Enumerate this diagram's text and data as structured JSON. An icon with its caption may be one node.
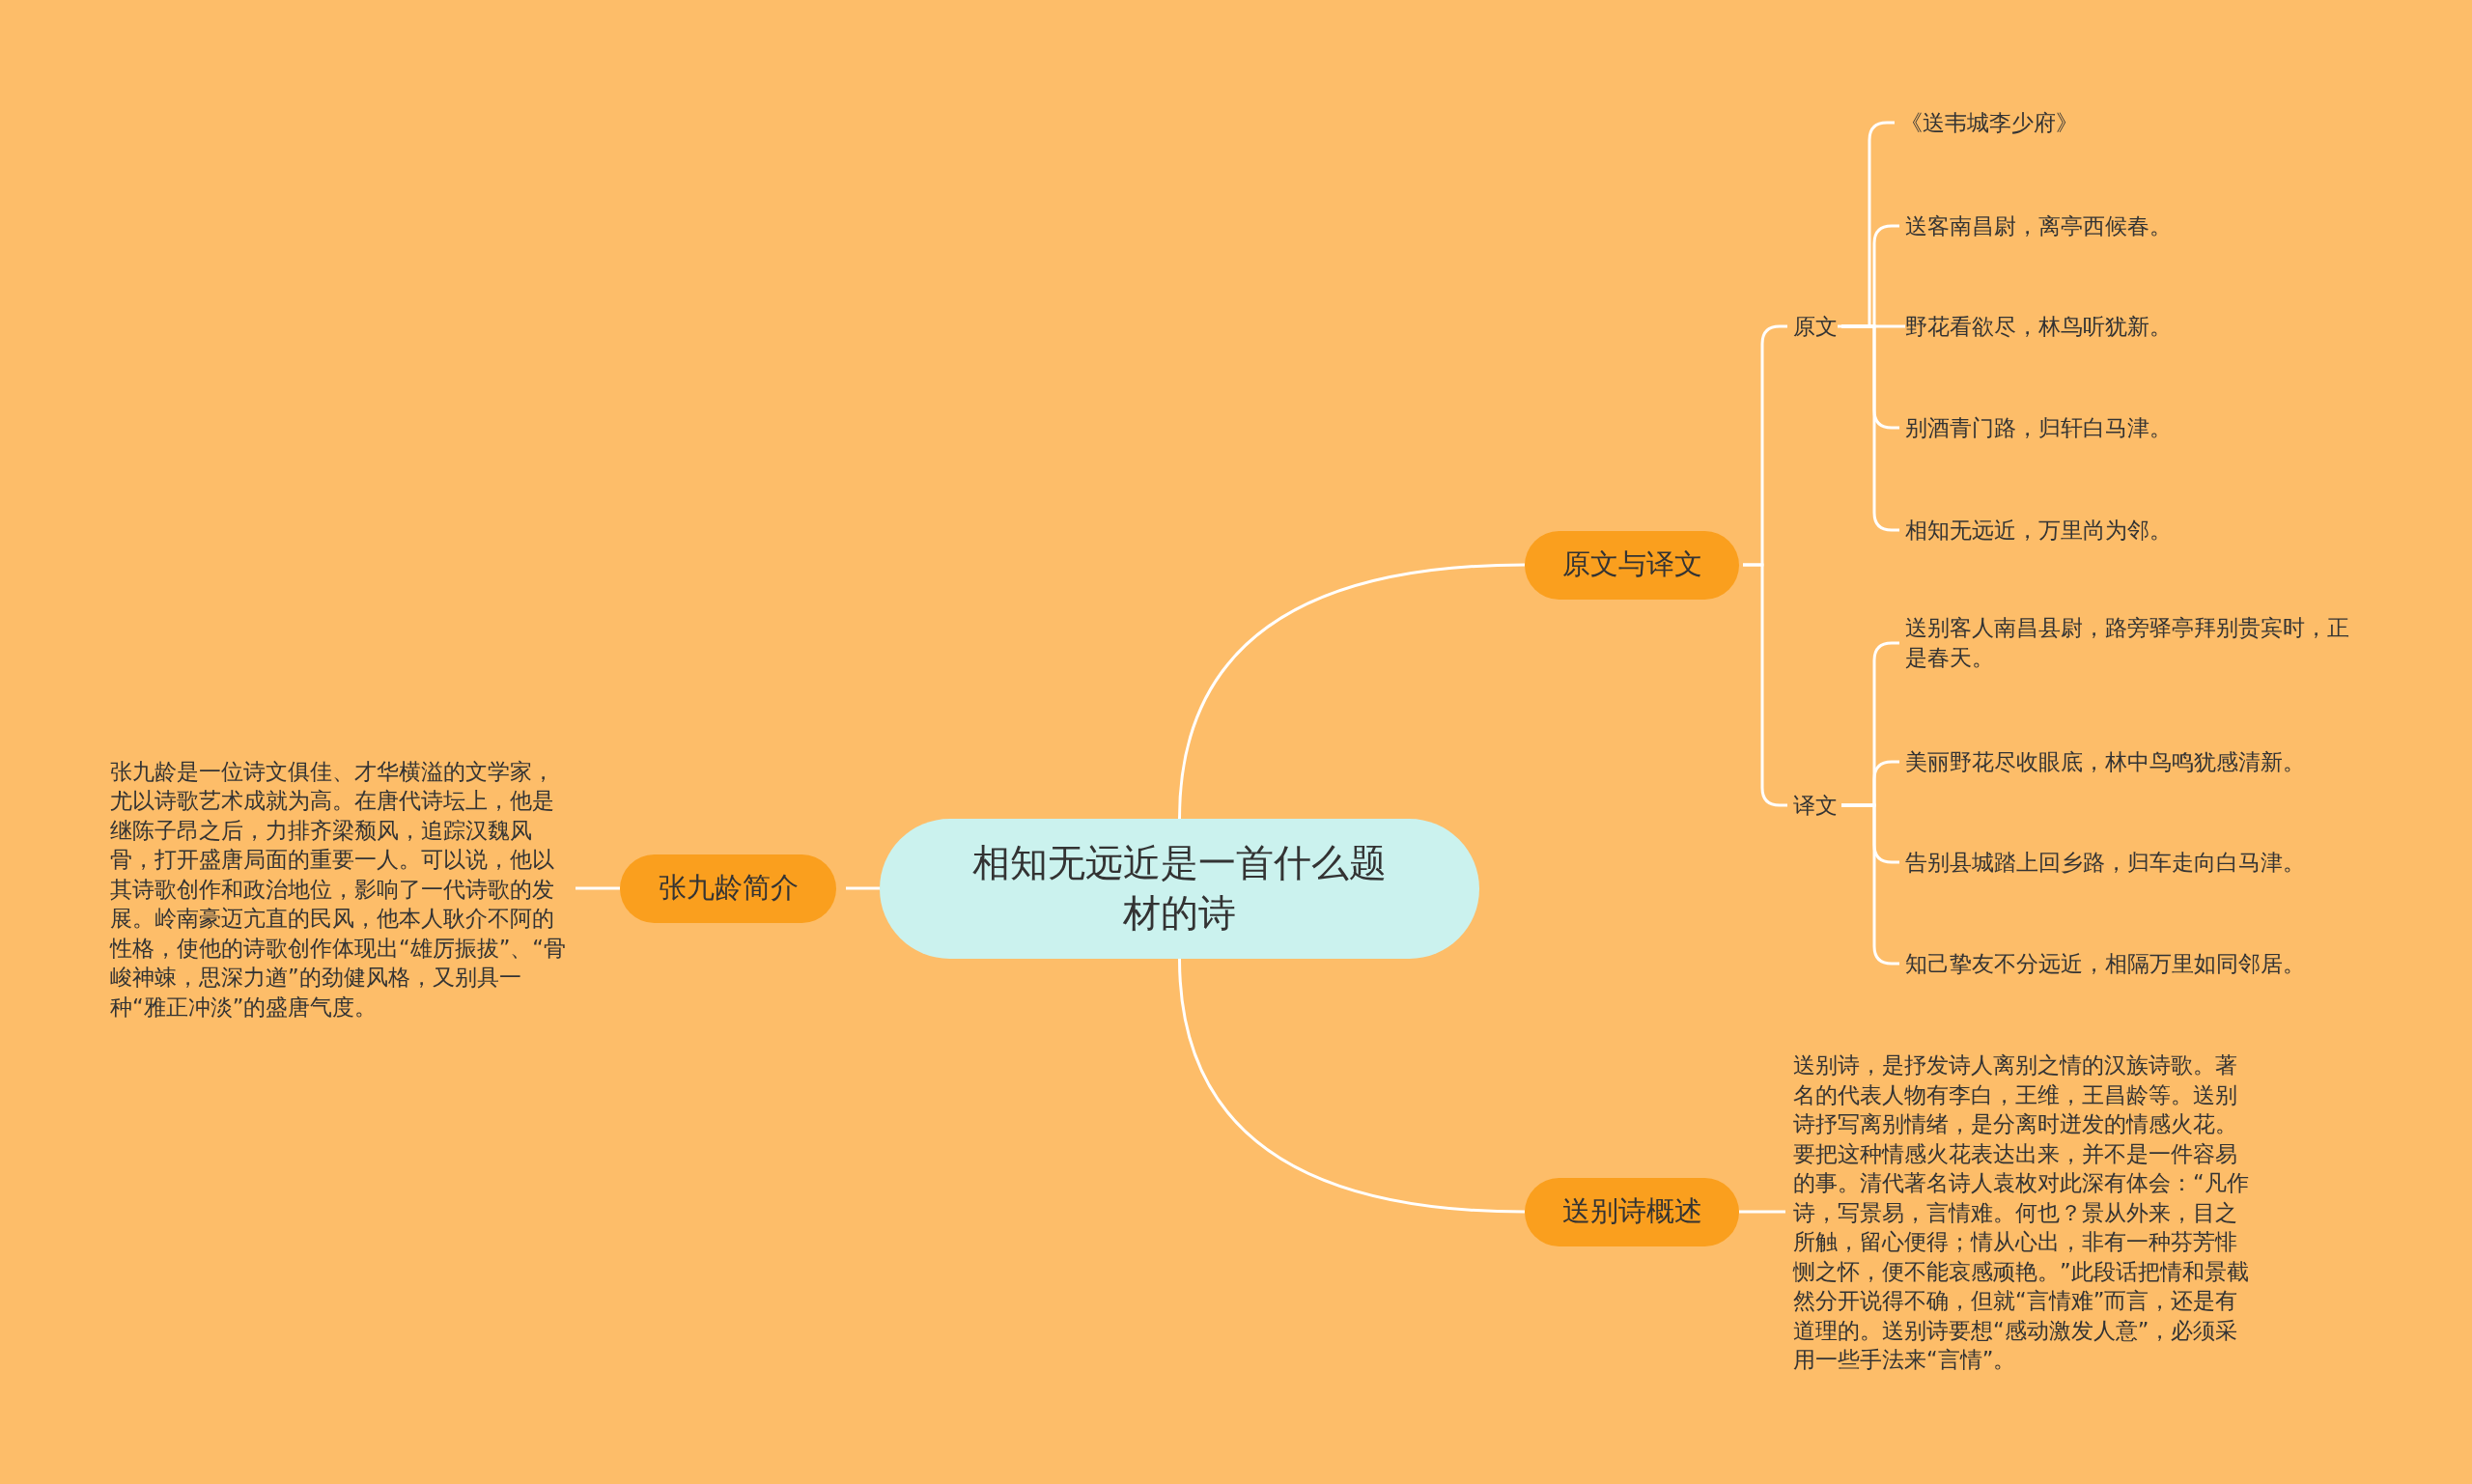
{
  "diagram": {
    "nodes": [
      {
        "text": [
          "相知无远近是一首什么题材的诗"
        ]
      },
      {
        "text": [
          "原文与译文"
        ]
      },
      {
        "text": [
          "原文"
        ]
      },
      {
        "text": [
          "《送韦城李少府》"
        ]
      },
      {
        "text": [
          "送客南昌尉，离亭西候春。"
        ]
      },
      {
        "text": [
          "野花看欲尽，林鸟听犹新。"
        ]
      },
      {
        "text": [
          "别酒青门路，归轩白马津。"
        ]
      },
      {
        "text": [
          "相知无远近，万里尚为邻。"
        ]
      },
      {
        "text": [
          "译文"
        ]
      },
      {
        "text": [
          "送别客人南昌县尉，路旁驿亭拜别贵宾时，正是春天。"
        ]
      },
      {
        "text": [
          "美丽野花尽收眼底，林中鸟鸣犹感清新。"
        ]
      },
      {
        "text": [
          "告别县城踏上回乡路，归车走向白马津。"
        ]
      },
      {
        "text": [
          "知己挚友不分远近，相隔万里如同邻居。"
        ]
      },
      {
        "text": [
          "送别诗概述"
        ]
      },
      {
        "text": [
          "送别诗，是抒发诗人离别之情的汉族诗歌。著名的代表人物有李白，王维，王昌龄等。送别诗抒写离别情绪，是分离时迸发的情感火花。要把这种情感火花表达出来，并不是一件容易的事。清代著名诗人袁枚对此深有体会：“凡作诗，写景易，言情难。何也？景从外来，目之所触，留心便得；情从心出，非有一种芬芳悱恻之怀，便不能哀感顽艳。”此段话把情和景截然分开说得不确，但就“言情难”而言，还是有道理的。送别诗要想“感动激发人意”，必须采用一些手法来“言情”。"
        ]
      },
      {
        "text": [
          "张九龄简介"
        ]
      },
      {
        "text": [
          "张九龄是一位诗文俱佳、才华横溢的文学家，尤以诗歌艺术成就为高。在唐代诗坛上，他是继陈子昂之后，力排齐梁颓风，追踪汉魏风骨，打开盛唐局面的重要一人。可以说，他以其诗歌创作和政治地位，影响了一代诗歌的发展。岭南豪迈亢直的民风，他本人耿介不阿的性格，使他的诗歌创作体现出“雄厉振拔”、“骨峻神竦，思深力遒”的劲健风格，又别具一种“雅正冲淡”的盛唐气度。"
        ]
      }
    ],
    "edges": [
      {
        "from": 0,
        "to": 1,
        "arrow": "none"
      },
      {
        "from": 1,
        "to": 2,
        "arrow": "none"
      },
      {
        "from": 2,
        "to": 3,
        "arrow": "none"
      },
      {
        "from": 2,
        "to": 4,
        "arrow": "none"
      },
      {
        "from": 2,
        "to": 5,
        "arrow": "none"
      },
      {
        "from": 2,
        "to": 6,
        "arrow": "none"
      },
      {
        "from": 2,
        "to": 7,
        "arrow": "none"
      },
      {
        "from": 1,
        "to": 8,
        "arrow": "none"
      },
      {
        "from": 8,
        "to": 9,
        "arrow": "none"
      },
      {
        "from": 8,
        "to": 10,
        "arrow": "none"
      },
      {
        "from": 8,
        "to": 11,
        "arrow": "none"
      },
      {
        "from": 8,
        "to": 12,
        "arrow": "none"
      },
      {
        "from": 0,
        "to": 13,
        "arrow": "none"
      },
      {
        "from": 13,
        "to": 14,
        "arrow": "none"
      },
      {
        "from": 0,
        "to": 15,
        "arrow": "none"
      },
      {
        "from": 15,
        "to": 16,
        "arrow": "none"
      }
    ]
  }
}
